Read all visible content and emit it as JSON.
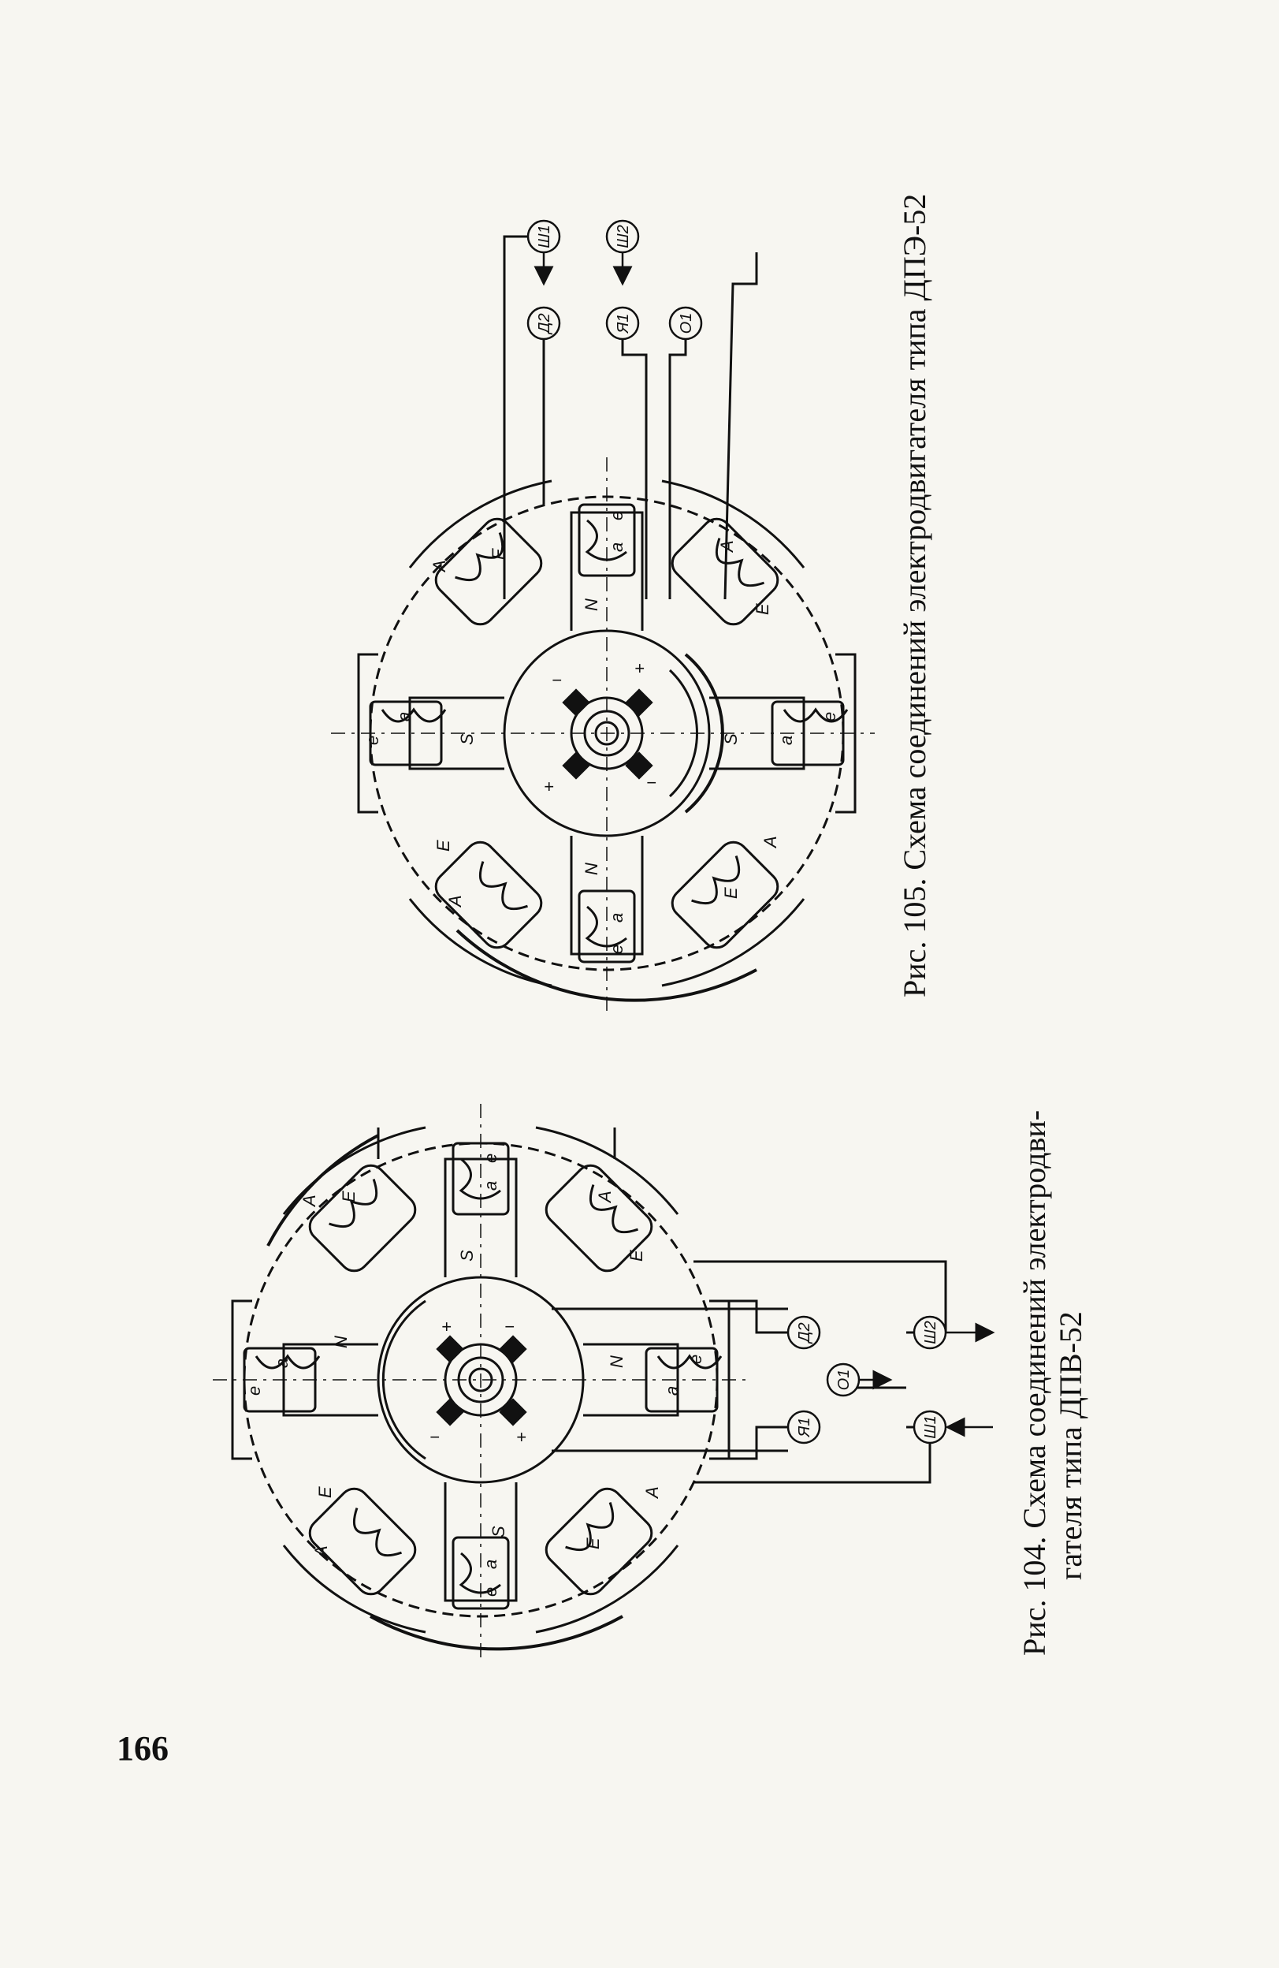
{
  "page": {
    "number": "166"
  },
  "figure104": {
    "caption_line1": "Рис. 104. Схема соединений электродви-",
    "caption_line2": "гателя типа ДПВ-52",
    "terminals": [
      "Д2",
      "Ш2",
      "Я1",
      "О1",
      "Ш1"
    ]
  },
  "figure105": {
    "caption": "Рис. 105. Схема соединений электродвигателя типа ДПЭ-52",
    "terminals": [
      "Ш1",
      "Ш2",
      "Д2",
      "Я1",
      "О1"
    ]
  },
  "coil_labels": {
    "main_start": "A",
    "main_end": "E",
    "aux_start": "a",
    "aux_end": "e",
    "pole_north": "N",
    "pole_south": "S",
    "brush_plus": "+",
    "brush_minus": "−"
  }
}
